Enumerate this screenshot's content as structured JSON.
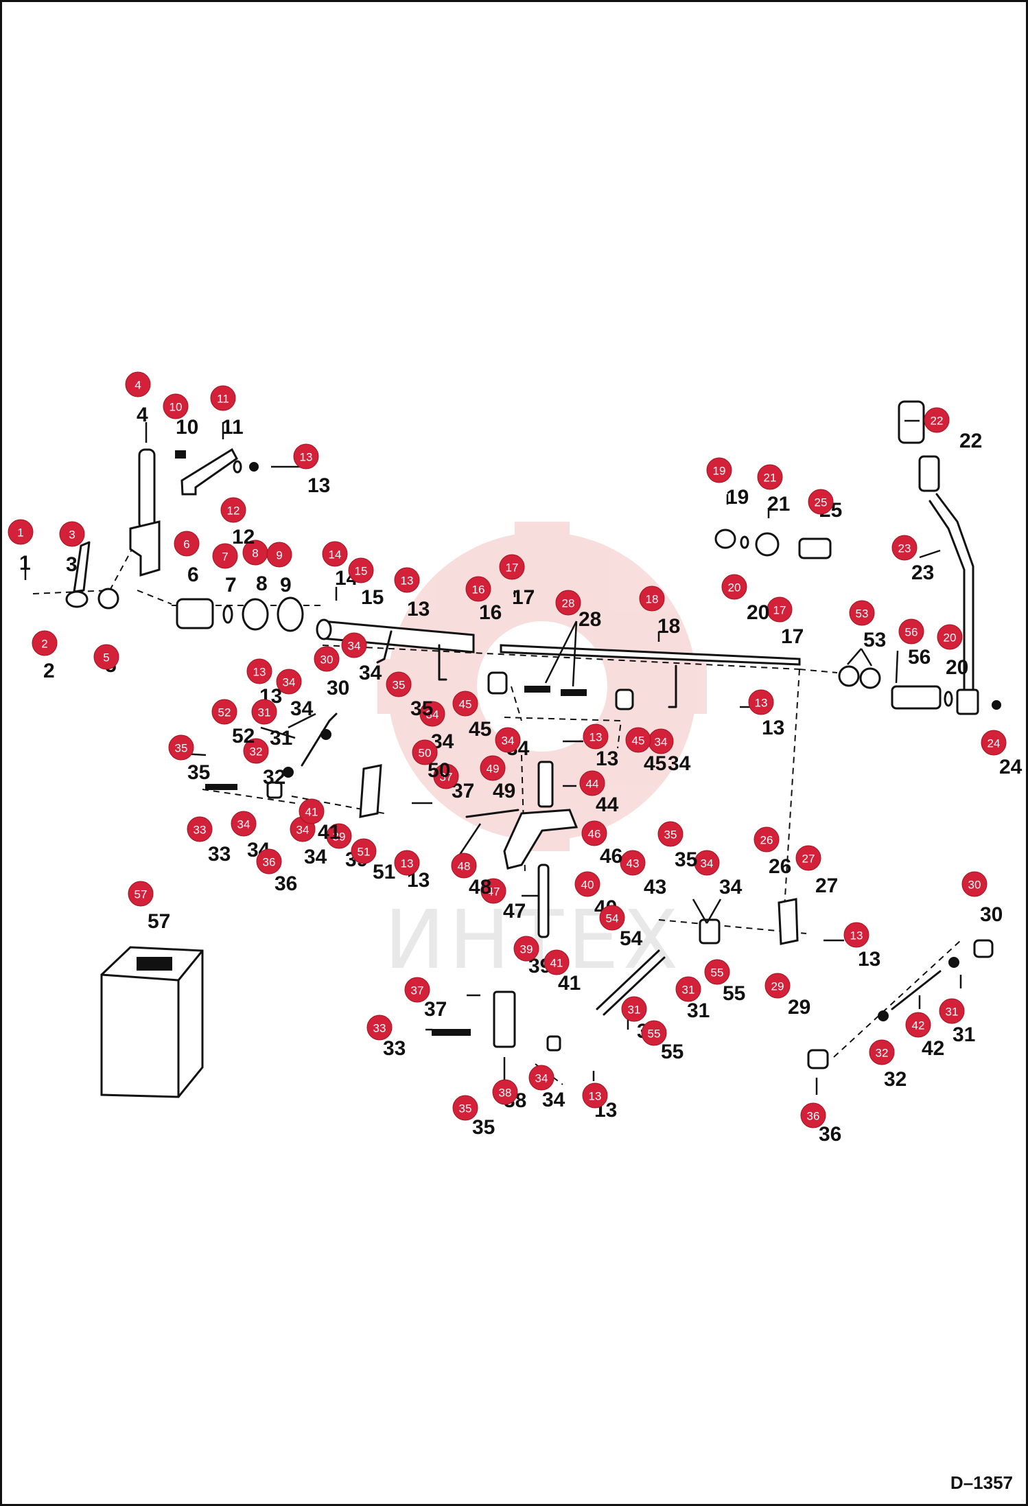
{
  "watermark": {
    "text": "ИНТЕХ",
    "color": "#f4c2c2"
  },
  "drawing_code": "D–1357",
  "badge_color": "#d4213a",
  "callouts": [
    {
      "id": "c1",
      "label": "1"
    },
    {
      "id": "c2",
      "label": "2"
    },
    {
      "id": "c3",
      "label": "3"
    },
    {
      "id": "c4",
      "label": "4"
    },
    {
      "id": "c5",
      "label": "5"
    },
    {
      "id": "c6",
      "label": "6"
    },
    {
      "id": "c7",
      "label": "7"
    },
    {
      "id": "c8",
      "label": "8"
    },
    {
      "id": "c9",
      "label": "9"
    },
    {
      "id": "c10",
      "label": "10"
    },
    {
      "id": "c11",
      "label": "11"
    },
    {
      "id": "c12",
      "label": "12"
    },
    {
      "id": "c13a",
      "label": "13"
    },
    {
      "id": "c13b",
      "label": "13"
    },
    {
      "id": "c13c",
      "label": "13"
    },
    {
      "id": "c13d",
      "label": "13"
    },
    {
      "id": "c13e",
      "label": "13"
    },
    {
      "id": "c13f",
      "label": "13"
    },
    {
      "id": "c13g",
      "label": "13"
    },
    {
      "id": "c13h",
      "label": "13"
    },
    {
      "id": "c14",
      "label": "14"
    },
    {
      "id": "c15",
      "label": "15"
    },
    {
      "id": "c16",
      "label": "16"
    },
    {
      "id": "c17a",
      "label": "17"
    },
    {
      "id": "c17b",
      "label": "17"
    },
    {
      "id": "c18",
      "label": "18"
    },
    {
      "id": "c19",
      "label": "19"
    },
    {
      "id": "c20a",
      "label": "20"
    },
    {
      "id": "c20b",
      "label": "20"
    },
    {
      "id": "c21",
      "label": "21"
    },
    {
      "id": "c22",
      "label": "22"
    },
    {
      "id": "c23",
      "label": "23"
    },
    {
      "id": "c24",
      "label": "24"
    },
    {
      "id": "c25",
      "label": "25"
    },
    {
      "id": "c26",
      "label": "26"
    },
    {
      "id": "c27",
      "label": "27"
    },
    {
      "id": "c28",
      "label": "28"
    },
    {
      "id": "c29",
      "label": "29"
    },
    {
      "id": "c30a",
      "label": "30"
    },
    {
      "id": "c30b",
      "label": "30"
    },
    {
      "id": "c31a",
      "label": "31"
    },
    {
      "id": "c31b",
      "label": "31"
    },
    {
      "id": "c31c",
      "label": "31"
    },
    {
      "id": "c31d",
      "label": "31"
    },
    {
      "id": "c32a",
      "label": "32"
    },
    {
      "id": "c32b",
      "label": "32"
    },
    {
      "id": "c33a",
      "label": "33"
    },
    {
      "id": "c33b",
      "label": "33"
    },
    {
      "id": "c34a",
      "label": "34"
    },
    {
      "id": "c34b",
      "label": "34"
    },
    {
      "id": "c34c",
      "label": "34"
    },
    {
      "id": "c34d",
      "label": "34"
    },
    {
      "id": "c34e",
      "label": "34"
    },
    {
      "id": "c34f",
      "label": "34"
    },
    {
      "id": "c34g",
      "label": "34"
    },
    {
      "id": "c34h",
      "label": "34"
    },
    {
      "id": "c34i",
      "label": "34"
    },
    {
      "id": "c35a",
      "label": "35"
    },
    {
      "id": "c35b",
      "label": "35"
    },
    {
      "id": "c35c",
      "label": "35"
    },
    {
      "id": "c35d",
      "label": "35"
    },
    {
      "id": "c36a",
      "label": "36"
    },
    {
      "id": "c36b",
      "label": "36"
    },
    {
      "id": "c37a",
      "label": "37"
    },
    {
      "id": "c37b",
      "label": "37"
    },
    {
      "id": "c38",
      "label": "38"
    },
    {
      "id": "c39a",
      "label": "39"
    },
    {
      "id": "c39b",
      "label": "39"
    },
    {
      "id": "c40",
      "label": "40"
    },
    {
      "id": "c41a",
      "label": "41"
    },
    {
      "id": "c41b",
      "label": "41"
    },
    {
      "id": "c42",
      "label": "42"
    },
    {
      "id": "c43",
      "label": "43"
    },
    {
      "id": "c44",
      "label": "44"
    },
    {
      "id": "c45a",
      "label": "45"
    },
    {
      "id": "c45b",
      "label": "45"
    },
    {
      "id": "c46",
      "label": "46"
    },
    {
      "id": "c47",
      "label": "47"
    },
    {
      "id": "c48",
      "label": "48"
    },
    {
      "id": "c49",
      "label": "49"
    },
    {
      "id": "c50",
      "label": "50"
    },
    {
      "id": "c51",
      "label": "51"
    },
    {
      "id": "c52",
      "label": "52"
    },
    {
      "id": "c53",
      "label": "53"
    },
    {
      "id": "c54",
      "label": "54"
    },
    {
      "id": "c55a",
      "label": "55"
    },
    {
      "id": "c55b",
      "label": "55"
    },
    {
      "id": "c56",
      "label": "56"
    },
    {
      "id": "c57",
      "label": "57"
    }
  ]
}
